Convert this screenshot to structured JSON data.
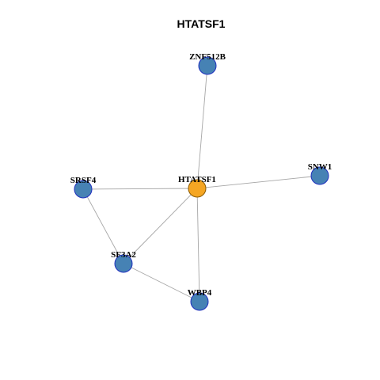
{
  "title": "HTATSF1",
  "colors": {
    "hub_fill": "#f5a623",
    "hub_stroke": "#8b5a00",
    "node_fill": "#4682b4",
    "node_stroke": "#1f2fbf",
    "edge": "#a6a6a6"
  },
  "nodes": [
    {
      "id": "ZNF512B",
      "label": "ZNF512B",
      "hub": false
    },
    {
      "id": "SRSF4",
      "label": "SRSF4",
      "hub": false
    },
    {
      "id": "HTATSF1",
      "label": "HTATSF1",
      "hub": true
    },
    {
      "id": "SNW1",
      "label": "SNW1",
      "hub": false
    },
    {
      "id": "SF3A2",
      "label": "SF3A2",
      "hub": false
    },
    {
      "id": "WBP4",
      "label": "WBP4",
      "hub": false
    }
  ],
  "edges": [
    {
      "source": "HTATSF1",
      "target": "ZNF512B"
    },
    {
      "source": "HTATSF1",
      "target": "SRSF4"
    },
    {
      "source": "HTATSF1",
      "target": "SNW1"
    },
    {
      "source": "HTATSF1",
      "target": "SF3A2"
    },
    {
      "source": "HTATSF1",
      "target": "WBP4"
    },
    {
      "source": "SRSF4",
      "target": "SF3A2"
    },
    {
      "source": "SF3A2",
      "target": "WBP4"
    }
  ]
}
